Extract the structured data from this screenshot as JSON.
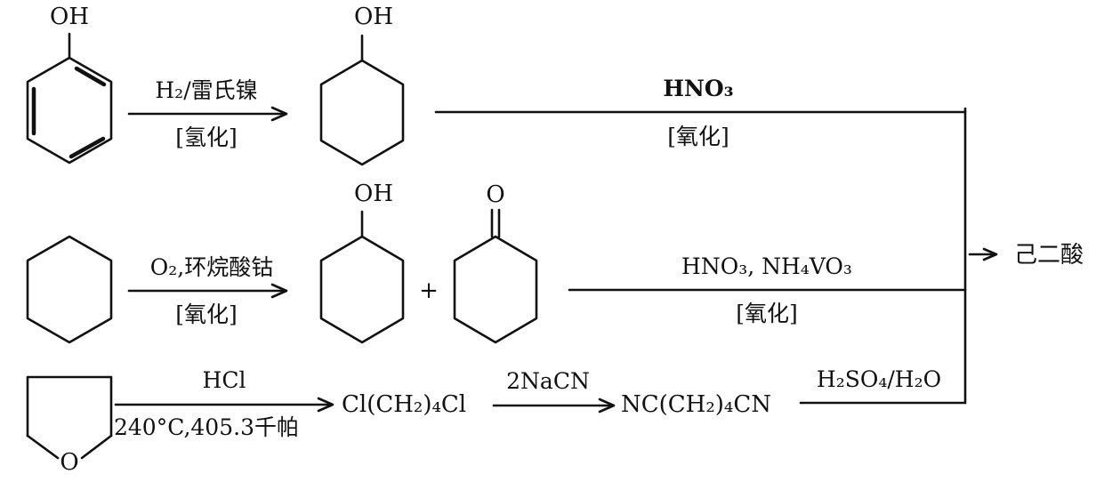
{
  "row1": {
    "phenol_oh": "OH",
    "cond_top": "H₂/雷氏镍",
    "cond_bottom": "[氢化]",
    "cyclohexanol_oh": "OH",
    "oxidant": "HNO₃",
    "oxidation": "[氧化]"
  },
  "row2": {
    "cond_top": "O₂,环烷酸钴",
    "cond_bottom": "[氧化]",
    "cyclohexanol_oh": "OH",
    "plus": "+",
    "ketone_o": "O",
    "oxidant": "HNO₃, NH₄VO₃",
    "oxidation": "[氧化]"
  },
  "row3": {
    "thf_o": "O",
    "cond_top": "HCl",
    "cond_bottom": "240°C,405.3千帕",
    "intermediate1": "Cl(CH₂)₄Cl",
    "reagent2": "2NaCN",
    "intermediate2": "NC(CH₂)₄CN",
    "reagent3": "H₂SO₄/H₂O"
  },
  "product": "己二酸"
}
